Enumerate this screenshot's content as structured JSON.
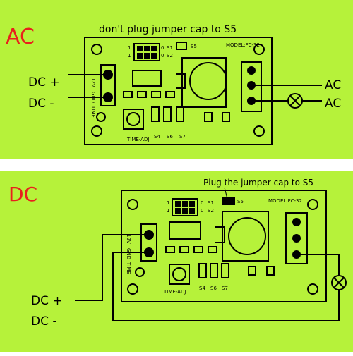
{
  "panels": {
    "ac": {
      "title": "AC",
      "caption": "don't plug jumper cap to S5",
      "labels": {
        "dc_plus": "DC +",
        "dc_minus": "DC -",
        "ac_top": "AC",
        "ac_bottom": "AC"
      },
      "board": {
        "model": "MODEL:FC-32",
        "s1": "S1",
        "s2": "S2",
        "s5": "S5",
        "s4": "S4",
        "s6": "S6",
        "s7": "S7",
        "time_adj": "TIME-ADJ",
        "pin_12v": "12V",
        "pin_gnd": "GND",
        "pin_time": "TIME",
        "zero": "0",
        "one": "1"
      }
    },
    "dc": {
      "title": "DC",
      "caption": "Plug the jumper cap to S5",
      "labels": {
        "dc_plus": "DC +",
        "dc_minus": "DC -"
      },
      "board": {
        "model": "MODEL:FC-32",
        "s1": "S1",
        "s2": "S2",
        "s5": "S5",
        "s4": "S4",
        "s6": "S6",
        "s7": "S7",
        "time_adj": "TIME-ADJ",
        "pin_12v": "12V",
        "pin_gnd": "GND",
        "pin_time": "TIME",
        "zero": "0",
        "one": "1"
      }
    }
  },
  "colors": {
    "panel_bg": "#b6f23a",
    "title": "#e8201c",
    "ink": "#000000",
    "divider": "#ffffff"
  },
  "icons": [
    "lamp-icon",
    "relay-coil-icon",
    "screw-terminal-icon",
    "potentiometer-icon"
  ]
}
